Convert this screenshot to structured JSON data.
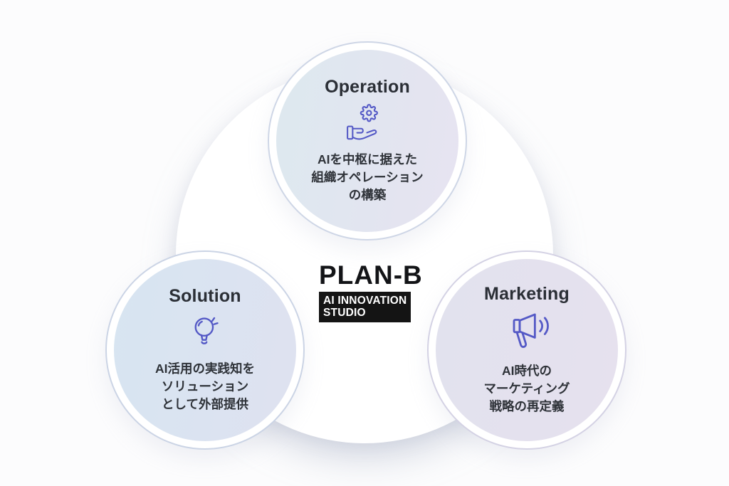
{
  "diagram": {
    "logo": {
      "brand": "PLAN-B",
      "badge_line1": "AI INNOVATION",
      "badge_line2": "STUDIO"
    },
    "nodes": [
      {
        "title": "Operation",
        "icon": "hand-holding-gear",
        "lines": [
          "AIを中枢に据えた",
          "組織オペレーション",
          "の構築"
        ]
      },
      {
        "title": "Solution",
        "icon": "lightbulb",
        "lines": [
          "AI活用の実践知を",
          "ソリューション",
          "として外部提供"
        ]
      },
      {
        "title": "Marketing",
        "icon": "megaphone",
        "lines": [
          "AI時代の",
          "マーケティング",
          "戦略の再定義"
        ]
      }
    ],
    "colors": {
      "icon_stroke": "#5459c6",
      "title_text": "#2b2f36",
      "body_text": "#2e3238",
      "ring_blue": "#cbd4e5",
      "ring_lavender": "#d4d2e4",
      "operation_gradient_start": "#dde9ef",
      "operation_gradient_end": "#e7e3f1",
      "solution_gradient_start": "#d7e5f1",
      "solution_gradient_end": "#dfe2f0",
      "marketing_gradient_start": "#e2e2ee",
      "marketing_gradient_end": "#e6e1ee",
      "badge_background": "#141414",
      "backdrop_circle": "#ffffff",
      "page_background": "#fcfcfd"
    }
  }
}
